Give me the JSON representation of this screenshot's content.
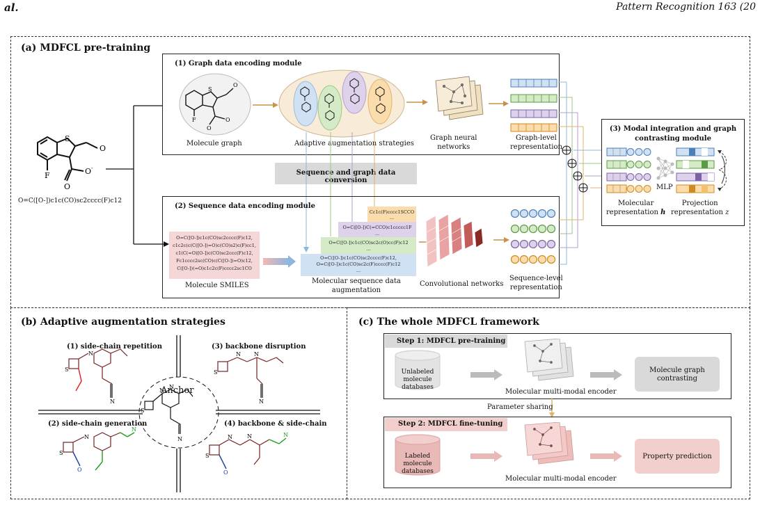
{
  "header": {
    "left": "al.",
    "right": "Pattern Recognition 163 (20"
  },
  "section_a": {
    "title": "(a)  MDFCL pre-training",
    "input_smiles": "O=C([O-])c1c(CO)sc2cccc(F)c12",
    "graph_module": {
      "title": "(1) Graph data encoding module",
      "molecule_graph": "Molecule graph",
      "adaptive": "Adaptive augmentation strategies",
      "gnn": [
        "Graph neural",
        "networks"
      ],
      "graph_rep": [
        "Graph-level",
        "representation"
      ]
    },
    "conversion": "Sequence and graph data conversion",
    "seq_module": {
      "title": "(2) Sequence data encoding module",
      "smiles_lines": [
        "O=C([O-])c1c(CO)sc2cccc(F)c12,",
        "c1c2c(c(C([O-])=O)c(CO)s2)c(F)cc1,",
        "c1(C(=O)[O-])c(CO)sc2ccc(F)c12,",
        "Fc1cccc2sc(CO)c(C([O-])=O)c12,",
        "C([O-])(=O)c1c2c(F)cccc2sc1CO"
      ],
      "smiles_caption": "Molecule SMILES",
      "aug_lines": [
        "Cc1c(F)cccc1SCCO",
        "...",
        "O=C([O-])C(=CCO)c1ccccc1F",
        "...",
        "O=C([O-])c1c(CO)sc2c(O)cc(F)c12",
        "...",
        "O=C([O-])c1c(CO)sc2cccc(F)c12,",
        "O=C([O-])c1c(CO)sc2c(F)cccc(F)c12",
        "..."
      ],
      "aug_caption": [
        "Molecular sequence data",
        "augmentation"
      ],
      "cnn": "Convolutional networks",
      "seq_rep": [
        "Sequence-level",
        "representation"
      ]
    },
    "modal": {
      "title": [
        "(3) Modal integration and graph",
        "contrasting module"
      ],
      "mlp": "MLP",
      "mol_rep_a": "Molecular",
      "mol_rep_b": "representation ",
      "mol_rep_c": "h",
      "proj_rep_a": "Projection",
      "proj_rep_b": "representation ",
      "proj_rep_c": "z"
    },
    "colors": {
      "blue": "#cfe1f3",
      "green": "#d5ebc8",
      "purple": "#ddd1ec",
      "orange": "#fbdcac",
      "pink": "#f4d7d6",
      "red_brown": "#8b2a22"
    }
  },
  "section_b": {
    "title": "(b)  Adaptive augmentation strategies",
    "q1": "(1) side-chain repetition",
    "q2": "(2) side-chain generation",
    "q3": "(3) backbone disruption",
    "q4": "(4) backbone & side-chain",
    "anchor": "Anchor"
  },
  "section_c": {
    "title": "(c)  The whole MDFCL framework",
    "step1": "Step 1: MDFCL pre-training",
    "step2": "Step 2: MDFCL fine-tuning",
    "unlabeled": [
      "Unlabeled molecule",
      "databases"
    ],
    "labeled": [
      "Labeled molecule",
      "databases"
    ],
    "encoder": "Molecular multi-modal encoder",
    "encoder2": "Molecular multi-modal encoder",
    "contrast": [
      "Molecule graph",
      "contrasting"
    ],
    "property": "Property prediction",
    "sharing": "Parameter sharing"
  }
}
